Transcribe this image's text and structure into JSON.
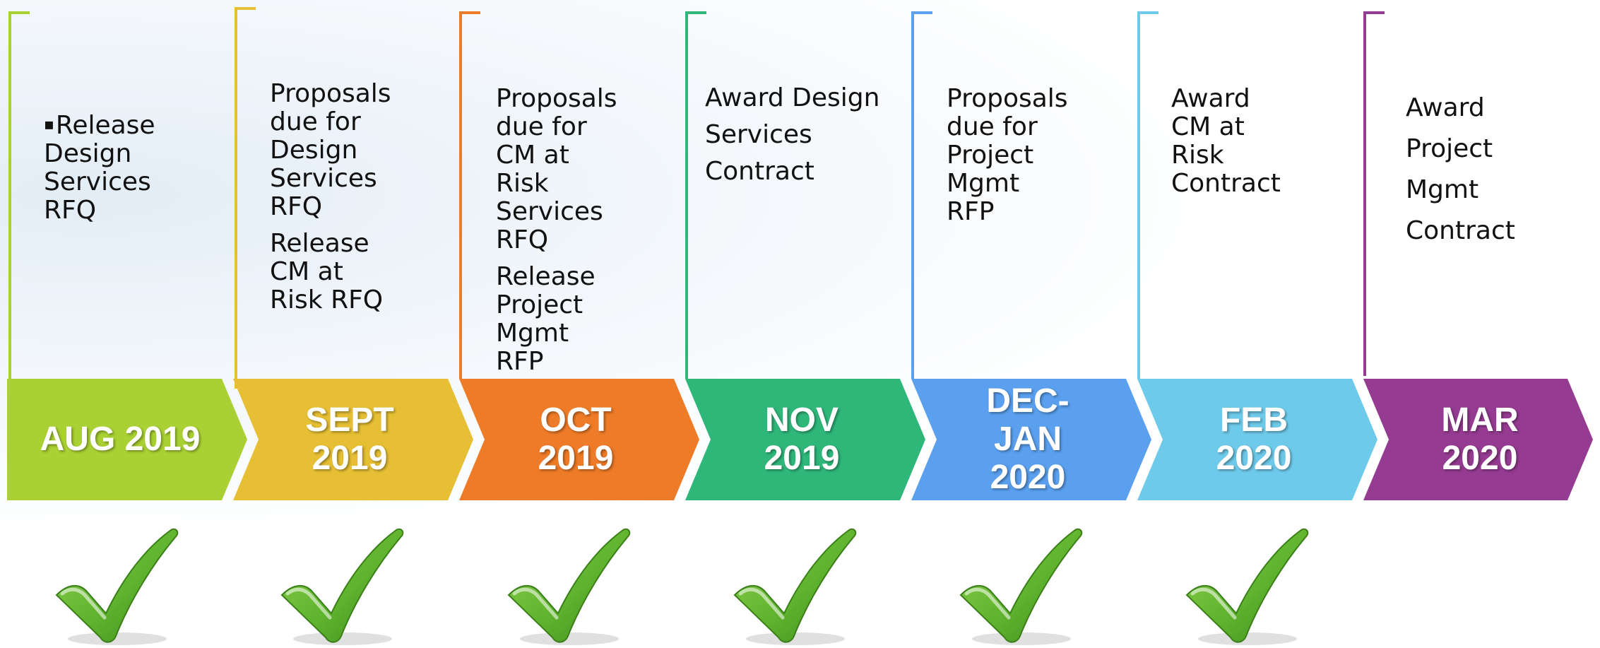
{
  "colors": {
    "aug": "#a9d133",
    "sept": "#e6bf34",
    "oct": "#ee7b27",
    "nov": "#2fb77a",
    "decjan": "#5aa0ef",
    "feb": "#6ecaea",
    "mar": "#953b91"
  },
  "timeline": [
    {
      "id": "aug",
      "label_lines": [
        "AUG 2019"
      ],
      "tasks": [
        "Release Design Services RFQ"
      ],
      "task_lines": [
        [
          "Release",
          "Design",
          "Services",
          "RFQ"
        ]
      ],
      "bullet": "▪",
      "completed": true
    },
    {
      "id": "sept",
      "label_lines": [
        "SEPT",
        "2019"
      ],
      "tasks": [
        "Proposals due for Design Services RFQ",
        "Release CM at Risk RFQ"
      ],
      "task_lines": [
        [
          "Proposals",
          "due for",
          "Design",
          "Services",
          "RFQ"
        ],
        [
          "Release",
          "CM at",
          "Risk RFQ"
        ]
      ],
      "completed": true
    },
    {
      "id": "oct",
      "label_lines": [
        "OCT",
        "2019"
      ],
      "tasks": [
        "Proposals due for CM at Risk Services RFQ",
        "Release Project Mgmt RFP"
      ],
      "task_lines": [
        [
          "Proposals",
          "due for",
          "CM at",
          "Risk",
          "Services",
          "RFQ"
        ],
        [
          "Release",
          "Project",
          "Mgmt",
          "RFP"
        ]
      ],
      "completed": true
    },
    {
      "id": "nov",
      "label_lines": [
        "NOV",
        "2019"
      ],
      "tasks": [
        "Award Design Services Contract"
      ],
      "task_lines": [
        [
          "Award Design",
          "Services",
          "Contract"
        ]
      ],
      "completed": true
    },
    {
      "id": "decjan",
      "label_lines": [
        "DEC-",
        "JAN",
        "2020"
      ],
      "tasks": [
        "Proposals due for Project Mgmt RFP"
      ],
      "task_lines": [
        [
          "Proposals",
          "due for",
          "Project",
          "Mgmt",
          "RFP"
        ]
      ],
      "completed": true
    },
    {
      "id": "feb",
      "label_lines": [
        "FEB",
        "2020"
      ],
      "tasks": [
        "Award CM at Risk Contract"
      ],
      "task_lines": [
        [
          "Award",
          "CM at",
          "Risk",
          "Contract"
        ]
      ],
      "completed": true
    },
    {
      "id": "mar",
      "label_lines": [
        "MAR",
        "2020"
      ],
      "tasks": [
        "Award Project Mgmt Contract"
      ],
      "task_lines": [
        [
          "Award",
          "Project",
          "Mgmt",
          "Contract"
        ]
      ],
      "completed": false
    }
  ],
  "check_icon": "green-checkmark-icon"
}
